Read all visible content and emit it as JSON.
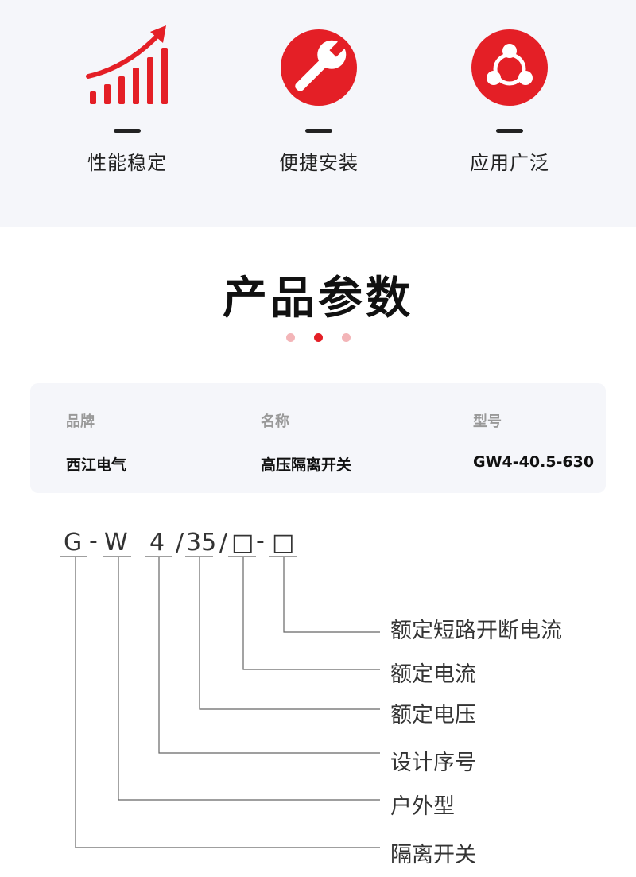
{
  "features": [
    {
      "icon": "growth-chart-icon",
      "label": "性能稳定"
    },
    {
      "icon": "wrench-icon",
      "label": "便捷安装"
    },
    {
      "icon": "share-network-icon",
      "label": "应用广泛"
    }
  ],
  "section_title": "产品参数",
  "params": {
    "brand": {
      "key": "品牌",
      "value": "西江电气"
    },
    "name": {
      "key": "名称",
      "value": "高压隔离开关"
    },
    "model": {
      "key": "型号",
      "value": "GW4-40.5-630"
    }
  },
  "model_code": {
    "parts": [
      "G",
      "-",
      "W",
      "4",
      "/",
      "35",
      "/",
      "□",
      "-",
      "□"
    ],
    "descriptions": [
      "额定短路开断电流",
      "额定电流",
      "额定电压",
      "设计序号",
      "户外型",
      "隔离开关"
    ]
  },
  "colors": {
    "accent": "#e41f26",
    "accent_light": "#f3b5b8",
    "panel_bg": "#f5f6fa"
  }
}
